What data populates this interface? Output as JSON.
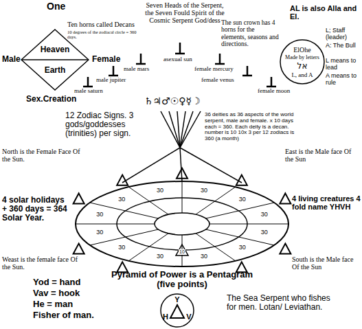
{
  "diagram": {
    "nodes": [
      {
        "text": [
          "Heaven",
          "Earth"
        ]
      },
      {
        "text": [
          "ElOhe",
          "Made by letters",
          "אל",
          "L, and A"
        ]
      },
      {
        "text": [
          "Y",
          "H",
          "V"
        ]
      }
    ],
    "labels": [
      "One",
      "Male",
      "Female",
      "Sex.Creation",
      "Ten horns called Decans",
      "10 degrees of the zodiacal circle = 360 days.",
      "Seven Heads of the Serpent, the Seven Fould Spirit of the Cosmic Serpent God/dess",
      "The sun crown has 4 horns for the elements, seasons and directions.",
      "AL is also Alla and El.",
      "L; Staff (leader)",
      "A: The Bull",
      "L means to lead",
      "A means to rule",
      "asexual sun",
      "male mars",
      "female mercury",
      "male jupiter",
      "female venus",
      "male saturn",
      "female moon",
      "♄♃♂☉♀☿☽",
      "12 Zodiac Signs. 3 gods/goddesses (trinities) per sign.",
      "36 deities as 36 aspects of the world serpent, male and female. x 10 days each = 360. Each deity is a decan. number is 10 10x 3 per 12 zodiacs is 360 (a month)",
      "North is the Female Face Of the Sun.",
      "East is the Male face Of the Sun",
      "4 solar holidays + 360 days = 364 Solar Year.",
      "4 living creatures 4 fold name YHVH",
      "Weast is the female face Of the Sun.",
      "South is the Male face Of the Sun",
      "Pyramid of Power is a Pentagram (five points)",
      "Yod = hand",
      "Vav = hook",
      "He = man",
      "Fisher of man.",
      "The Sea Serpent who fishes for men. Lotan/ Leviathan.",
      "30",
      "30",
      "30",
      "30",
      "30",
      "30",
      "30",
      "30",
      "30",
      "30",
      "30",
      "30",
      "10"
    ]
  }
}
